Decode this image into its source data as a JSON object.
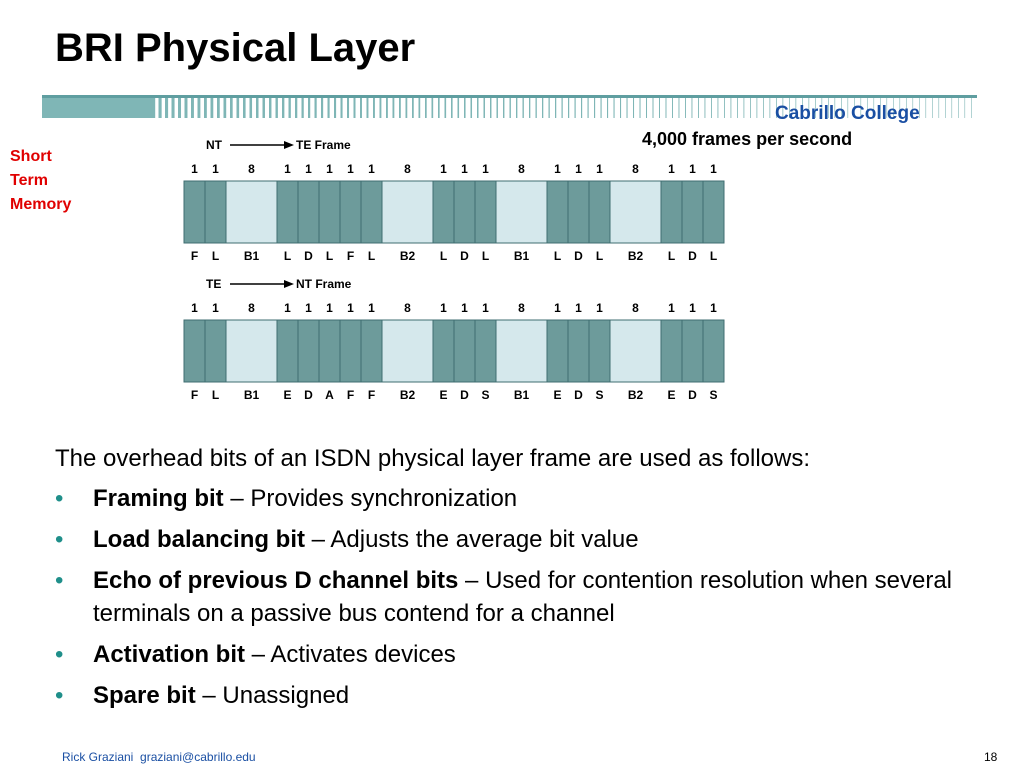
{
  "slide": {
    "title": "BRI Physical Layer",
    "college": "Cabrillo College",
    "side_note": [
      "Short",
      "Term",
      "Memory"
    ],
    "frames_per_second": "4,000 frames per second"
  },
  "diagram": {
    "frames": [
      {
        "from": "NT",
        "to": "TE Frame",
        "fields": [
          {
            "bits": "1",
            "label": "F"
          },
          {
            "bits": "1",
            "label": "L"
          },
          {
            "bits": "8",
            "label": "B1"
          },
          {
            "bits": "1",
            "label": "L"
          },
          {
            "bits": "1",
            "label": "D"
          },
          {
            "bits": "1",
            "label": "L"
          },
          {
            "bits": "1",
            "label": "F"
          },
          {
            "bits": "1",
            "label": "L"
          },
          {
            "bits": "8",
            "label": "B2"
          },
          {
            "bits": "1",
            "label": "L"
          },
          {
            "bits": "1",
            "label": "D"
          },
          {
            "bits": "1",
            "label": "L"
          },
          {
            "bits": "8",
            "label": "B1"
          },
          {
            "bits": "1",
            "label": "L"
          },
          {
            "bits": "1",
            "label": "D"
          },
          {
            "bits": "1",
            "label": "L"
          },
          {
            "bits": "8",
            "label": "B2"
          },
          {
            "bits": "1",
            "label": "L"
          },
          {
            "bits": "1",
            "label": "D"
          },
          {
            "bits": "1",
            "label": "L"
          }
        ]
      },
      {
        "from": "TE",
        "to": "NT Frame",
        "fields": [
          {
            "bits": "1",
            "label": "F"
          },
          {
            "bits": "1",
            "label": "L"
          },
          {
            "bits": "8",
            "label": "B1"
          },
          {
            "bits": "1",
            "label": "E"
          },
          {
            "bits": "1",
            "label": "D"
          },
          {
            "bits": "1",
            "label": "A"
          },
          {
            "bits": "1",
            "label": "F"
          },
          {
            "bits": "1",
            "label": "F"
          },
          {
            "bits": "8",
            "label": "B2"
          },
          {
            "bits": "1",
            "label": "E"
          },
          {
            "bits": "1",
            "label": "D"
          },
          {
            "bits": "1",
            "label": "S"
          },
          {
            "bits": "8",
            "label": "B1"
          },
          {
            "bits": "1",
            "label": "E"
          },
          {
            "bits": "1",
            "label": "D"
          },
          {
            "bits": "1",
            "label": "S"
          },
          {
            "bits": "8",
            "label": "B2"
          },
          {
            "bits": "1",
            "label": "E"
          },
          {
            "bits": "1",
            "label": "D"
          },
          {
            "bits": "1",
            "label": "S"
          }
        ]
      }
    ],
    "colors": {
      "overhead": "#6d9b9b",
      "b_channel": "#d5e8ec",
      "border": "#3f6e70"
    }
  },
  "body": {
    "intro": "The overhead bits of an ISDN physical layer frame are used as follows:",
    "bullets": [
      {
        "term": "Framing bit",
        "desc": " – Provides synchronization"
      },
      {
        "term": "Load balancing bit",
        "desc": " – Adjusts the average bit value"
      },
      {
        "term": "Echo of previous D channel bits",
        "desc": " – Used for contention resolution when several terminals on a passive bus contend for a channel"
      },
      {
        "term": "Activation bit",
        "desc": " – Activates devices"
      },
      {
        "term": "Spare bit",
        "desc": " – Unassigned"
      }
    ],
    "bullet_color": "#1f8f8a"
  },
  "footer": {
    "author": "Rick Graziani",
    "email": "graziani@cabrillo.edu",
    "page": "18"
  }
}
